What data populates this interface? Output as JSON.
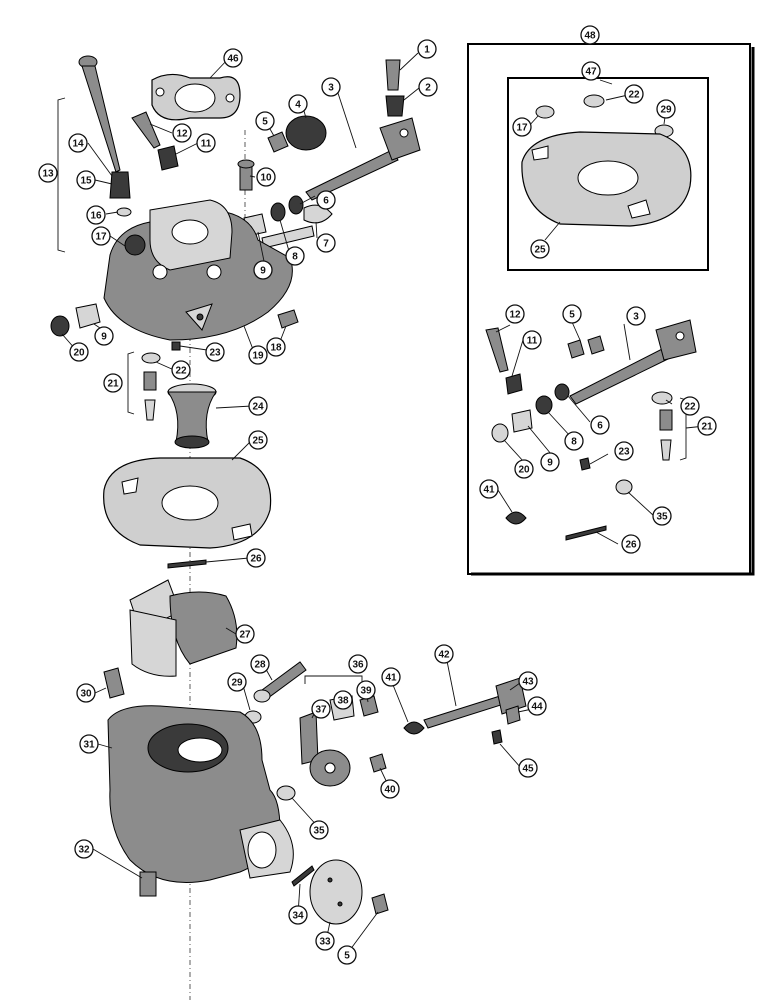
{
  "callouts": [
    {
      "label": "1"
    },
    {
      "label": "2"
    },
    {
      "label": "3"
    },
    {
      "label": "4"
    },
    {
      "label": "5"
    },
    {
      "label": "46"
    },
    {
      "label": "12"
    },
    {
      "label": "11"
    },
    {
      "label": "10"
    },
    {
      "label": "6"
    },
    {
      "label": "7"
    },
    {
      "label": "8"
    },
    {
      "label": "9"
    },
    {
      "label": "13"
    },
    {
      "label": "14"
    },
    {
      "label": "15"
    },
    {
      "label": "16"
    },
    {
      "label": "17"
    },
    {
      "label": "20"
    },
    {
      "label": "9"
    },
    {
      "label": "22"
    },
    {
      "label": "23"
    },
    {
      "label": "19"
    },
    {
      "label": "18"
    },
    {
      "label": "21"
    },
    {
      "label": "24"
    },
    {
      "label": "25"
    },
    {
      "label": "26"
    },
    {
      "label": "27"
    },
    {
      "label": "28"
    },
    {
      "label": "29"
    },
    {
      "label": "30"
    },
    {
      "label": "31"
    },
    {
      "label": "32"
    },
    {
      "label": "36"
    },
    {
      "label": "37"
    },
    {
      "label": "38"
    },
    {
      "label": "39"
    },
    {
      "label": "41"
    },
    {
      "label": "42"
    },
    {
      "label": "43"
    },
    {
      "label": "44"
    },
    {
      "label": "45"
    },
    {
      "label": "40"
    },
    {
      "label": "35"
    },
    {
      "label": "34"
    },
    {
      "label": "33"
    },
    {
      "label": "5"
    },
    {
      "label": "48"
    },
    {
      "label": "47"
    },
    {
      "label": "22"
    },
    {
      "label": "29"
    },
    {
      "label": "17"
    },
    {
      "label": "25"
    },
    {
      "label": "12"
    },
    {
      "label": "5"
    },
    {
      "label": "3"
    },
    {
      "label": "11"
    },
    {
      "label": "6"
    },
    {
      "label": "8"
    },
    {
      "label": "9"
    },
    {
      "label": "20"
    },
    {
      "label": "22"
    },
    {
      "label": "21"
    },
    {
      "label": "23"
    },
    {
      "label": "35"
    },
    {
      "label": "41"
    },
    {
      "label": "26"
    }
  ]
}
